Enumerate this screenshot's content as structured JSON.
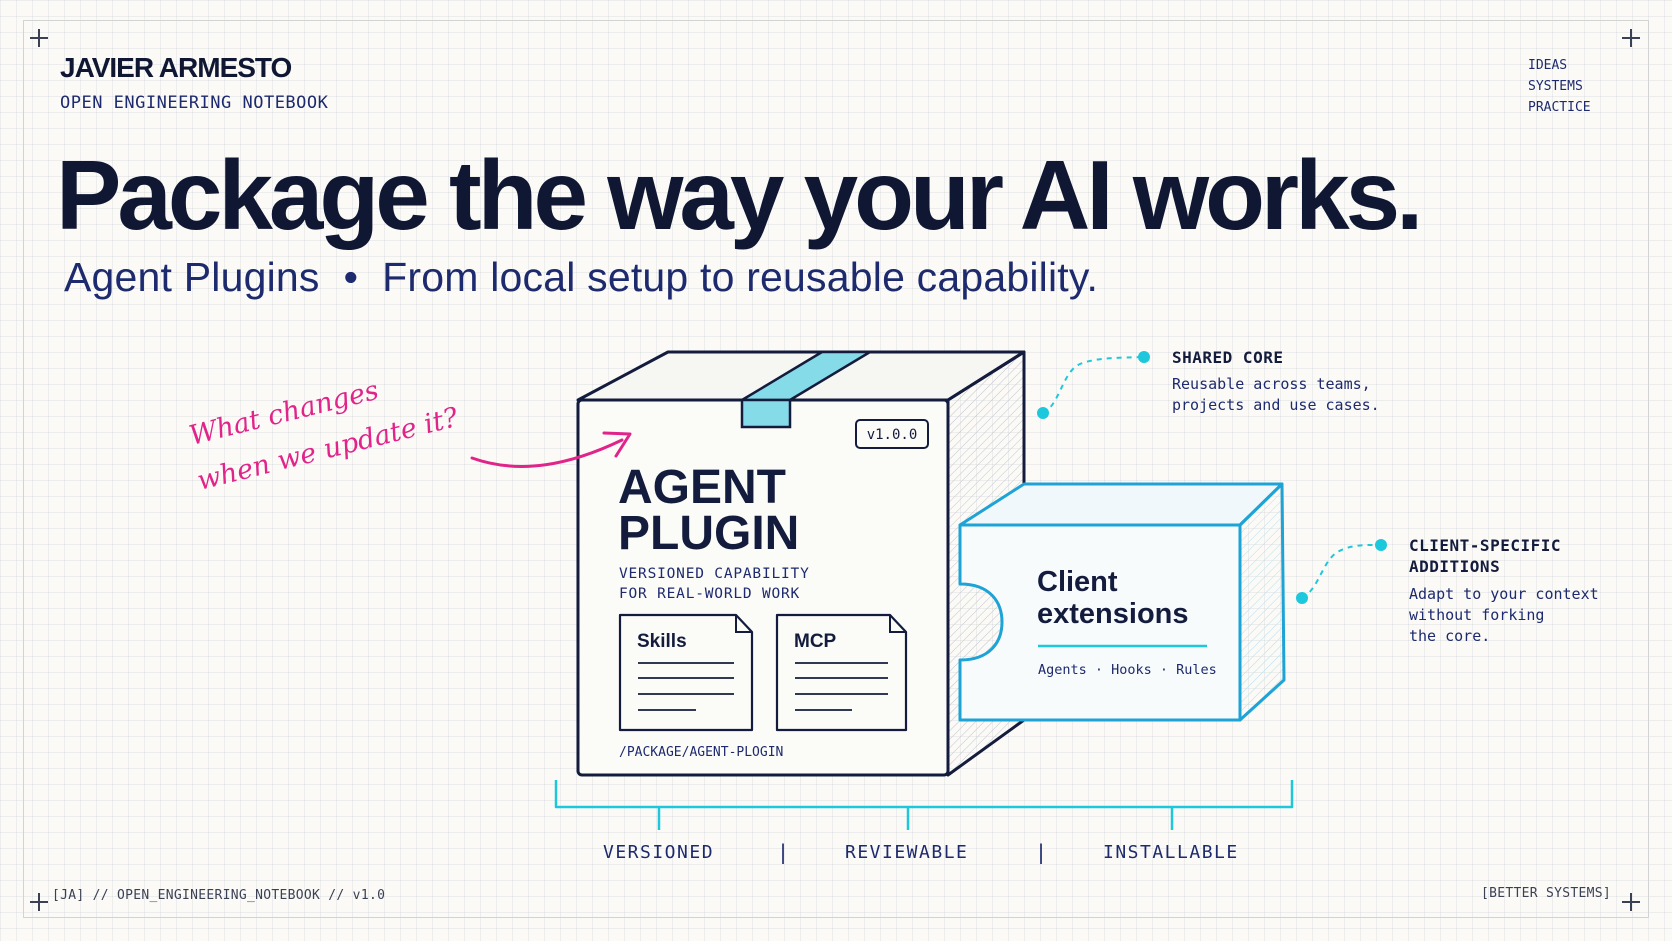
{
  "header": {
    "author": "JAVIER ARMESTO",
    "notebook": "OPEN ENGINEERING NOTEBOOK",
    "tags": [
      "IDEAS",
      "SYSTEMS",
      "PRACTICE"
    ]
  },
  "headline": "Package the way your AI works.",
  "subhead": {
    "left": "Agent Plugins",
    "separator": "•",
    "right": "From local setup to reusable capability."
  },
  "annotation": {
    "line1": "What changes",
    "line2": "when we update it?"
  },
  "plugin_box": {
    "version": "v1.0.0",
    "title_line1": "AGENT",
    "title_line2": "PLUGIN",
    "subtitle_line1": "VERSIONED CAPABILITY",
    "subtitle_line2": "FOR REAL-WORLD WORK",
    "doc1": "Skills",
    "doc2": "MCP",
    "path": "/PACKAGE/AGENT-PLOGIN"
  },
  "extension_box": {
    "title_line1": "Client",
    "title_line2": "extensions",
    "items": "Agents · Hooks · Rules"
  },
  "shared_core": {
    "title": "SHARED CORE",
    "body_line1": "Reusable across teams,",
    "body_line2": "projects and use cases."
  },
  "client_specific": {
    "title_line1": "CLIENT-SPECIFIC",
    "title_line2": "ADDITIONS",
    "body_line1": "Adapt to your context",
    "body_line2": "without forking",
    "body_line3": "the core."
  },
  "pillars": {
    "items": [
      "VERSIONED",
      "REVIEWABLE",
      "INSTALLABLE"
    ],
    "separator": "|"
  },
  "footer": {
    "left": "[JA] // OPEN_ENGINEERING_NOTEBOOK // v1.0",
    "right": "[BETTER SYSTEMS]"
  },
  "colors": {
    "navy": "#141c3d",
    "blue": "#1d2a6e",
    "cyan": "#1ec8dc",
    "magenta": "#e0248a",
    "background": "#fbfaf6"
  }
}
